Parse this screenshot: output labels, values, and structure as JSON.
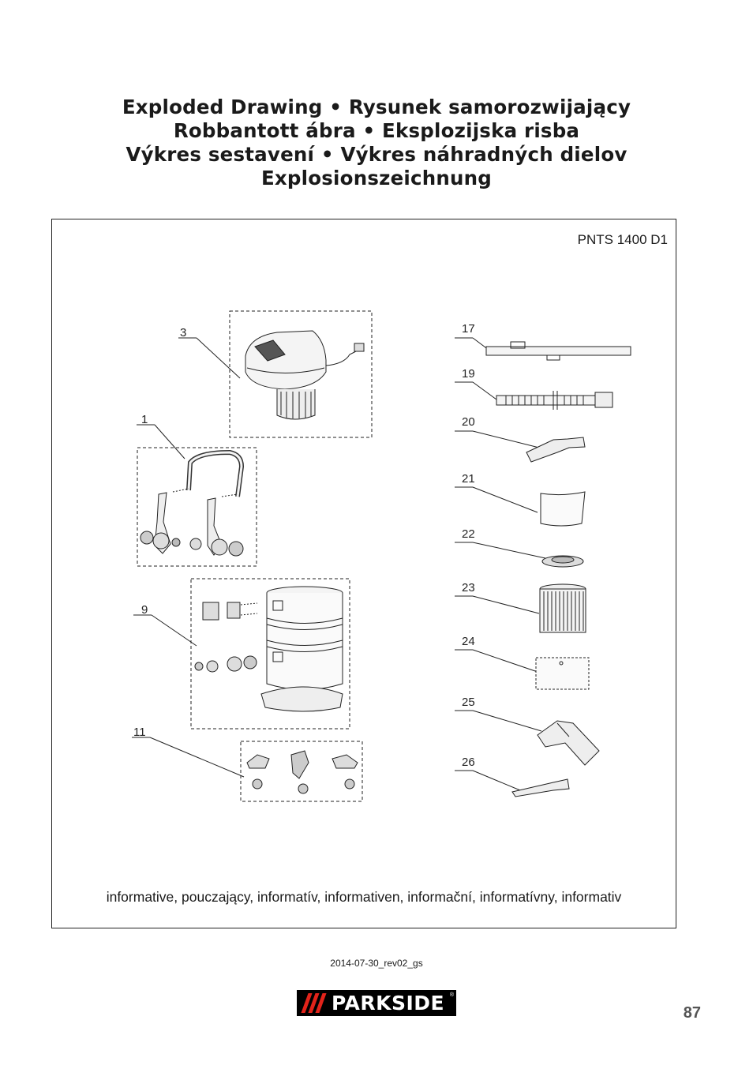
{
  "title_lines": [
    "Exploded Drawing • Rysunek samorozwijający",
    "Robbantott ábra • Eksplozijska risba",
    "Výkres sestavení • Výkres náhradných dielov",
    "Explosionszeichnung"
  ],
  "model": "PNTS 1400 D1",
  "part_numbers": {
    "p1": "1",
    "p3": "3",
    "p9": "9",
    "p11": "11",
    "p17": "17",
    "p19": "19",
    "p20": "20",
    "p21": "21",
    "p22": "22",
    "p23": "23",
    "p24": "24",
    "p25": "25",
    "p26": "26"
  },
  "caption": "informative, pouczający, informatív, informativen, informační, informatívny, informativ",
  "footer_date": "2014-07-30_rev02_gs",
  "brand": {
    "name": "PARKSIDE",
    "reg_mark": "®",
    "accent_color": "#e2231a"
  },
  "page_number": "87"
}
